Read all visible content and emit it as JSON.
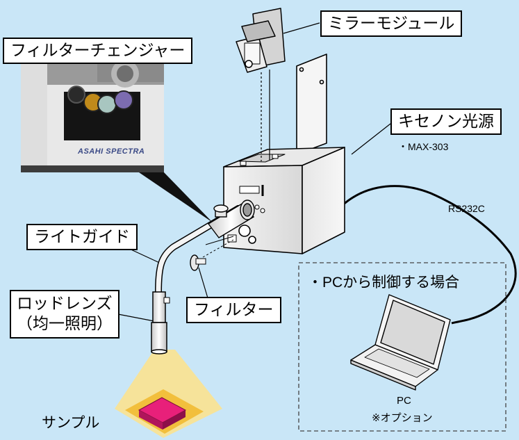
{
  "labels": {
    "filter_changer": "フィルターチェンジャー",
    "mirror_module": "ミラーモジュール",
    "xenon_light_source": "キセノン光源",
    "xenon_model": "・MAX-303",
    "rs232c": "RS232C",
    "light_guide": "ライトガイド",
    "rod_lens_line1": "ロッドレンズ",
    "rod_lens_line2": "（均一照明）",
    "filter": "フィルター",
    "pc_control": "・PCから制御する場合",
    "pc": "PC",
    "pc_option": "※オプション",
    "sample": "サンプル",
    "photo_brand": "ASAHI SPECTRA"
  },
  "colors": {
    "background": "#c9e6f7",
    "sample": "#e8207a",
    "illumination": "#f6e39a",
    "sample_base": "#f2bf3c"
  }
}
